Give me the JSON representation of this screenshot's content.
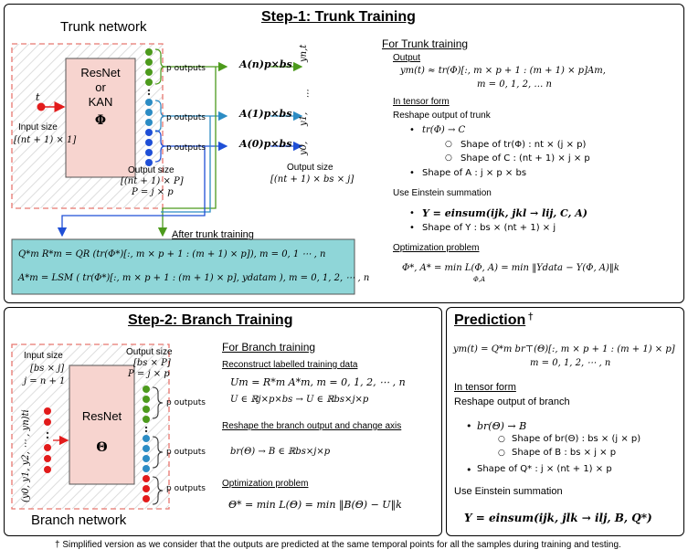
{
  "step1": {
    "title": "Step-1: Trunk Training",
    "trunk_label": "Trunk network",
    "net_name": "ResNet\nor\nKAN",
    "net_symbol": "Φ",
    "input_label": "t",
    "input_size_label": "Input size",
    "input_size_value": "[(nt + 1) × 1]",
    "p_outputs": "p outputs",
    "output_size_label": "Output size",
    "output_size_value": "[(nt + 1) × P]",
    "output_size_eq": "P = j × p",
    "A_labels": [
      "A(n)p×bs",
      "A(1)p×bs",
      "A(0)p×bs"
    ],
    "y_labels": [
      "yn,t",
      "⋯",
      "y1,",
      "y0,"
    ],
    "A_output_size_label": "Output size",
    "A_output_size_value": "[(nt + 1) × bs × j]",
    "after_training": "After trunk training",
    "qr_eq": "Q*m R*m = QR (tr(Φ*)[:, m × p + 1 : (m + 1) × p]),    m = 0, 1 ⋯ , n",
    "lsm_eq": "A*m = LSM ( tr(Φ*)[:, m × p + 1 : (m + 1) × p], ydatam ),    m = 0, 1, 2, ⋯ , n",
    "right": {
      "for_trunk": "For Trunk training",
      "output_head": "Output",
      "output_eq1": "ym(t) ≈ tr(Φ)[:, m × p + 1 : (m + 1) × p]Am,",
      "output_eq2": "m = 0, 1, 2, … n",
      "tensor_head": "In tensor form",
      "reshape": "Reshape output of trunk",
      "b1": "tr(Φ) → C",
      "b1a": "Shape of tr(Φ) : nt × (j × p)",
      "b1b": "Shape of C : (nt + 1) × j × p",
      "b2": "Shape of A : j × p × bs",
      "einsum_head": "Use Einstein summation",
      "e1": "Y = einsum(ijk, jkl → lij, C, A)",
      "e2": "Shape of Y : bs × (nt + 1) × j",
      "opt_head": "Optimization problem",
      "opt_eq": "Φ*, A* = min L(Φ, A) = min ‖Ydata − Y(Φ, A)‖k",
      "opt_sub": "Φ,A"
    }
  },
  "step2": {
    "title": "Step-2: Branch Training",
    "branch_label": "Branch network",
    "net_name": "ResNet",
    "net_symbol": "Θ",
    "input_size_label": "Input size",
    "input_size_value": "[bs × j]",
    "input_size_eq": "j = n + 1",
    "input_vec": "(y0, y1, y2, ⋯ , yn)ti",
    "output_size_label": "Output size",
    "output_size_value": "[bs × P]",
    "output_size_eq": "P = j × p",
    "p_outputs": "p outputs",
    "for_branch": "For Branch training",
    "recon": "Reconstruct labelled training data",
    "u1": "Um = R*m A*m,      m = 0, 1, 2, ⋯ , n",
    "u2": "U ∈ ℝj×p×bs → U ∈ ℝbs×j×p",
    "reshape_head": "Reshape the branch output and change axis",
    "br_eq": "br(Θ) → B ∈ ℝbs×j×p",
    "opt_head": "Optimization problem",
    "opt_eq": "Θ* = min L(Θ) = min ‖B(Θ) − U‖k"
  },
  "prediction": {
    "title": "Prediction",
    "dagger": "†",
    "eq1": "ym(t) = Q*m br⊤(Θ)[:, m × p + 1 : (m + 1) × p]",
    "eq2": "m = 0, 1, 2, ⋯ , n",
    "tensor_head": "In tensor form",
    "reshape": "Reshape output of branch",
    "b1": "br(Θ) → B",
    "b1a": "Shape of br(Θ) : bs × (j × p)",
    "b1b": "Shape of B : bs × j × p",
    "b2": "Shape of Q* : j × (nt + 1) × p",
    "einsum_head": "Use Einstein summation",
    "e1": "Y = einsum(ijk, jlk → ilj, B, Q*)"
  },
  "footnote": "† Simplified version as we consider that the outputs are predicted at the same temporal points for all the samples during training and testing.",
  "colors": {
    "net_box": "#f7d4cf",
    "dashed_border": "#e8776f",
    "hatch": "#dddddd",
    "lsq_box": "#8fd6d8",
    "green": "#4c9a1c",
    "teal": "#2c8cc4",
    "blue": "#1f4fd6",
    "red": "#e21b1b"
  }
}
